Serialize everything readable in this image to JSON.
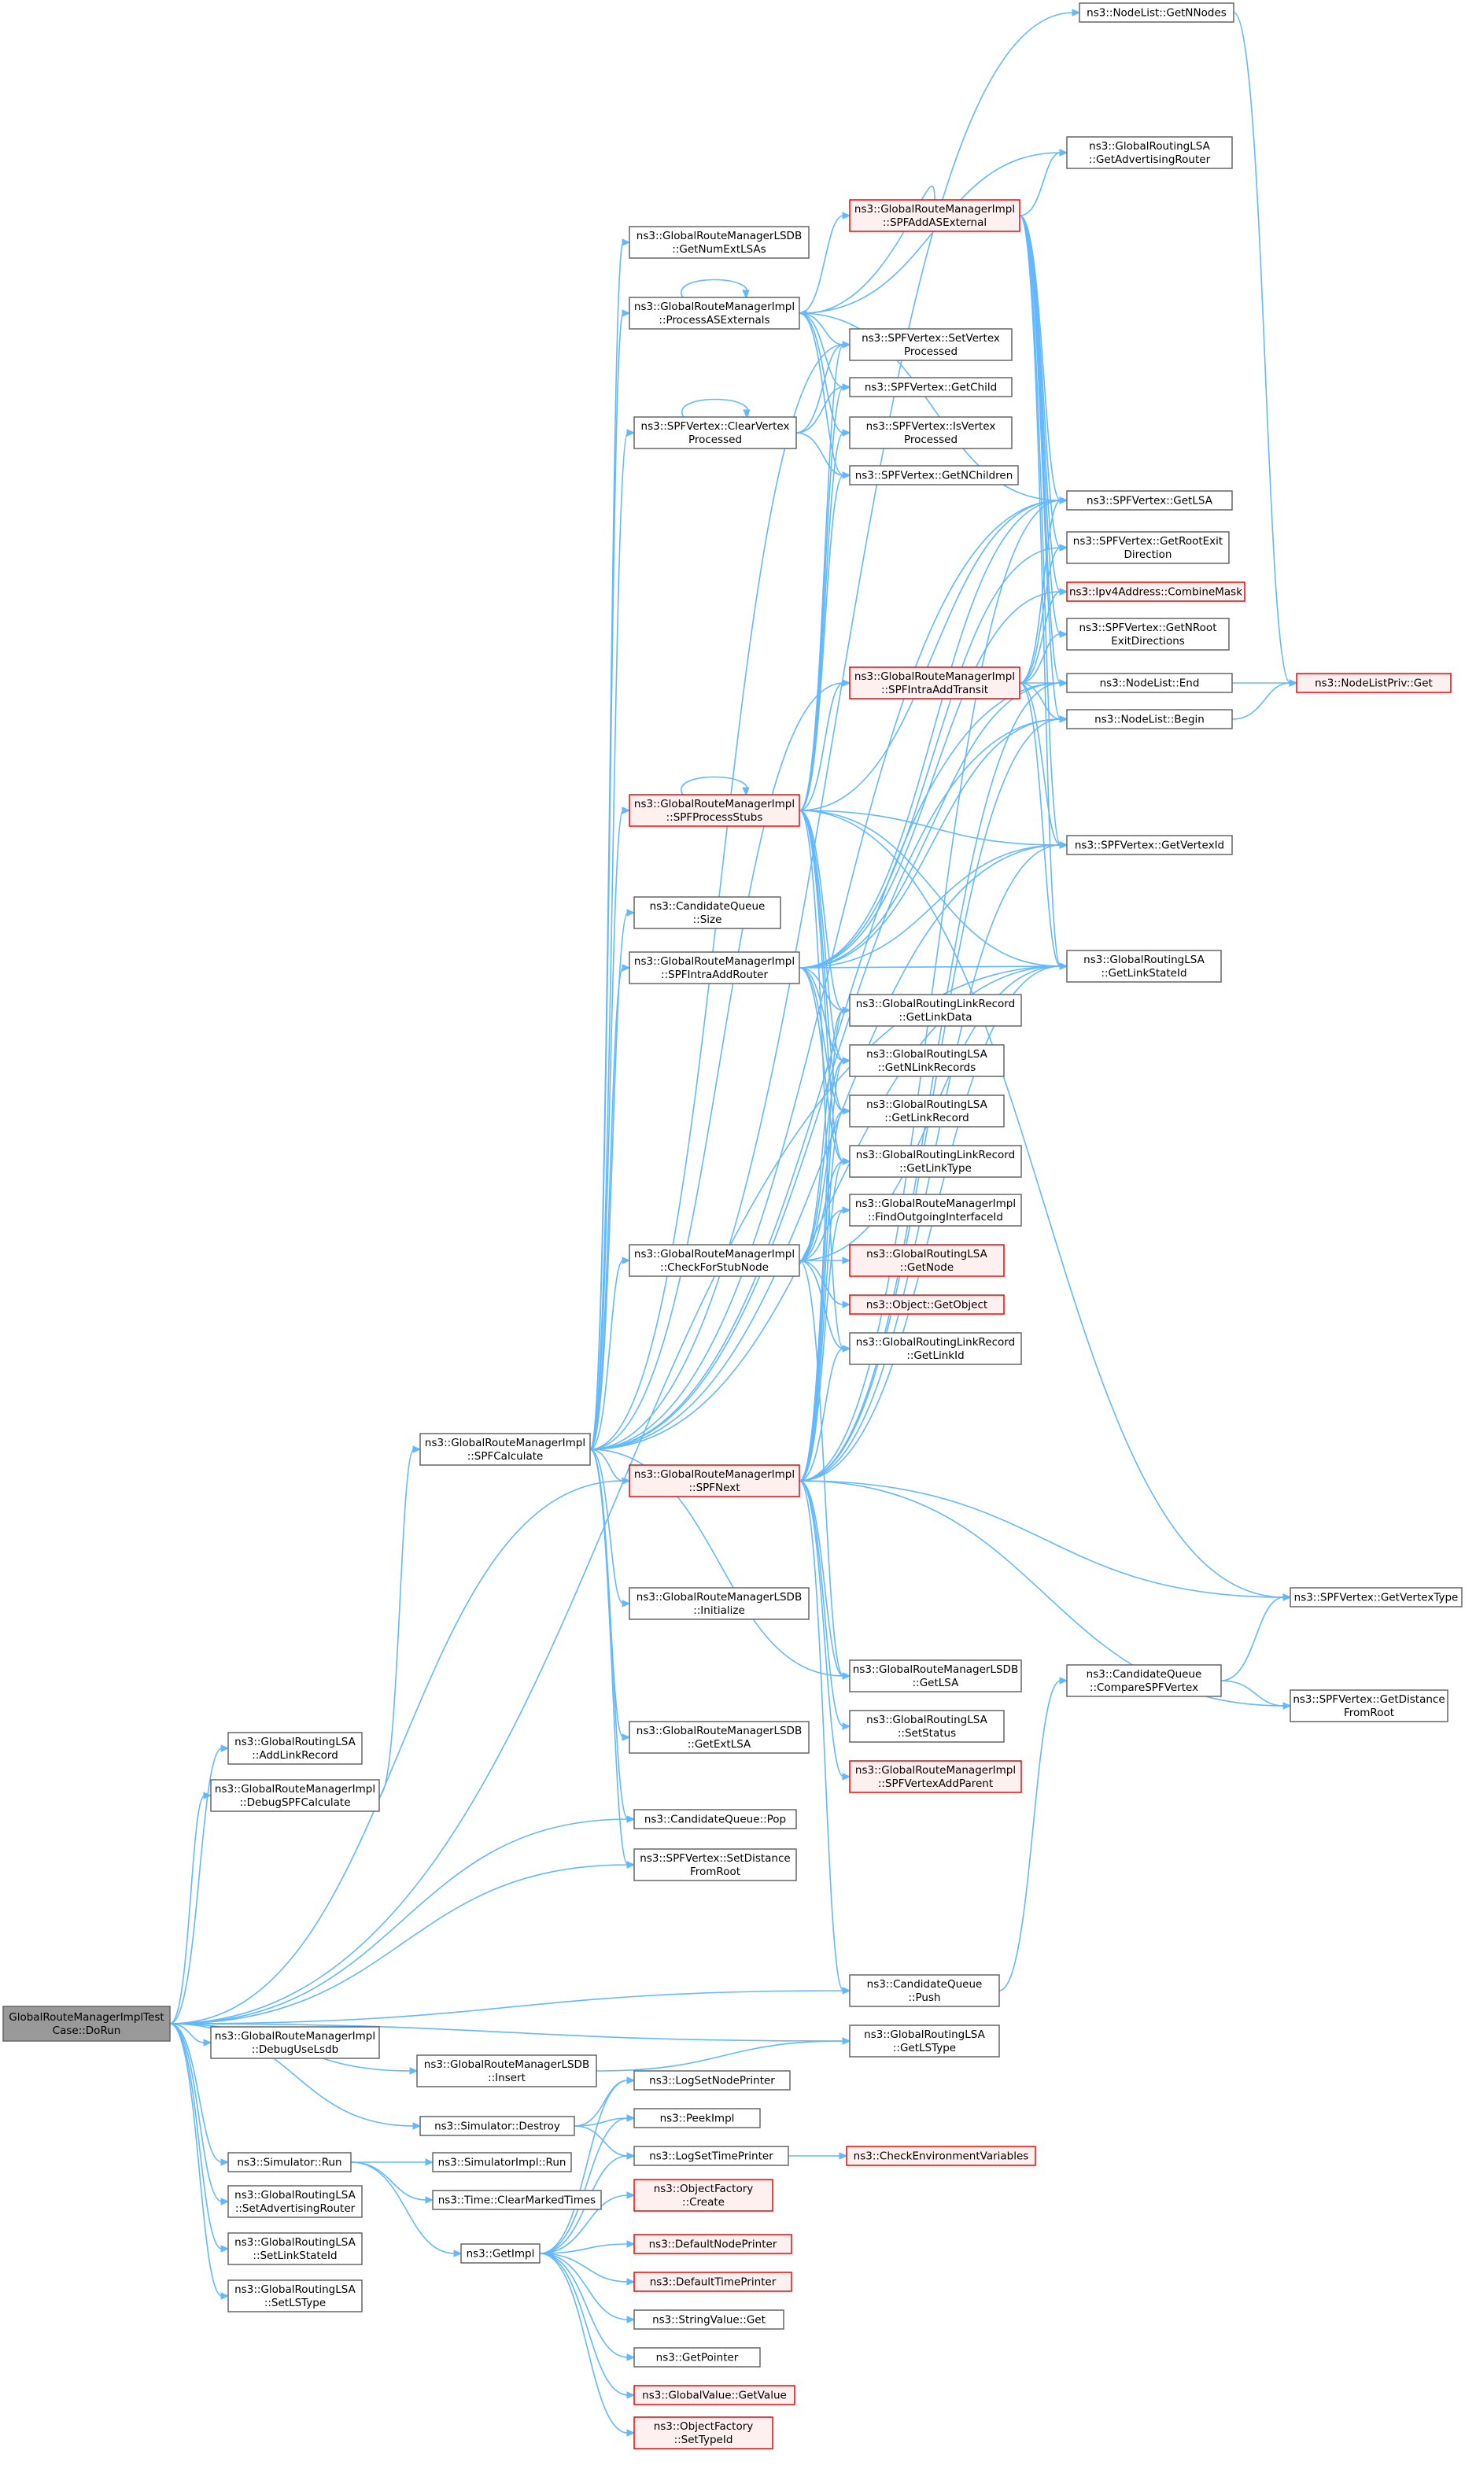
{
  "diagram": {
    "type": "call-graph",
    "edge_color": "#63b8ff",
    "node_border": "#666666",
    "node_highlight_border": "#ff0000",
    "root_fill": "#999999",
    "nodes": [
      {
        "id": "root",
        "lines": [
          "GlobalRouteManagerImplTest",
          "Case::DoRun"
        ],
        "style": "root"
      },
      {
        "id": "addLinkRecord",
        "lines": [
          "ns3::GlobalRoutingLSA",
          "::AddLinkRecord"
        ],
        "style": "normal"
      },
      {
        "id": "debugSPF",
        "lines": [
          "ns3::GlobalRouteManagerImpl",
          "::DebugSPFCalculate"
        ],
        "style": "normal"
      },
      {
        "id": "debugUseLsdb",
        "lines": [
          "ns3::GlobalRouteManagerImpl",
          "::DebugUseLsdb"
        ],
        "style": "normal"
      },
      {
        "id": "lsdbInsert",
        "lines": [
          "ns3::GlobalRouteManagerLSDB",
          "::Insert"
        ],
        "style": "normal"
      },
      {
        "id": "simDestroy",
        "lines": [
          "ns3::Simulator::Destroy"
        ],
        "style": "normal"
      },
      {
        "id": "simRun",
        "lines": [
          "ns3::Simulator::Run"
        ],
        "style": "normal"
      },
      {
        "id": "setAdvRouter",
        "lines": [
          "ns3::GlobalRoutingLSA",
          "::SetAdvertisingRouter"
        ],
        "style": "normal"
      },
      {
        "id": "setLinkStateId",
        "lines": [
          "ns3::GlobalRoutingLSA",
          "::SetLinkStateId"
        ],
        "style": "normal"
      },
      {
        "id": "setLSType",
        "lines": [
          "ns3::GlobalRoutingLSA",
          "::SetLSType"
        ],
        "style": "normal"
      },
      {
        "id": "spfCalc",
        "lines": [
          "ns3::GlobalRouteManagerImpl",
          "::SPFCalculate"
        ],
        "style": "normal"
      },
      {
        "id": "simImplRun",
        "lines": [
          "ns3::SimulatorImpl::Run"
        ],
        "style": "normal"
      },
      {
        "id": "clearMarked",
        "lines": [
          "ns3::Time::ClearMarkedTimes"
        ],
        "style": "normal"
      },
      {
        "id": "getImpl",
        "lines": [
          "ns3::GetImpl"
        ],
        "style": "normal"
      },
      {
        "id": "numExtLSAs",
        "lines": [
          "ns3::GlobalRouteManagerLSDB",
          "::GetNumExtLSAs"
        ],
        "style": "normal"
      },
      {
        "id": "processASE",
        "lines": [
          "ns3::GlobalRouteManagerImpl",
          "::ProcessASExternals"
        ],
        "style": "normal"
      },
      {
        "id": "clearVertex",
        "lines": [
          "ns3::SPFVertex::ClearVertex",
          "Processed"
        ],
        "style": "normal"
      },
      {
        "id": "spfProcessStubs",
        "lines": [
          "ns3::GlobalRouteManagerImpl",
          "::SPFProcessStubs"
        ],
        "style": "red"
      },
      {
        "id": "cqSize",
        "lines": [
          "ns3::CandidateQueue",
          "::Size"
        ],
        "style": "normal"
      },
      {
        "id": "spfIntraRouter",
        "lines": [
          "ns3::GlobalRouteManagerImpl",
          "::SPFIntraAddRouter"
        ],
        "style": "normal"
      },
      {
        "id": "checkStub",
        "lines": [
          "ns3::GlobalRouteManagerImpl",
          "::CheckForStubNode"
        ],
        "style": "normal"
      },
      {
        "id": "spfNext",
        "lines": [
          "ns3::GlobalRouteManagerImpl",
          "::SPFNext"
        ],
        "style": "red"
      },
      {
        "id": "lsdbInit",
        "lines": [
          "ns3::GlobalRouteManagerLSDB",
          "::Initialize"
        ],
        "style": "normal"
      },
      {
        "id": "getExtLSA",
        "lines": [
          "ns3::GlobalRouteManagerLSDB",
          "::GetExtLSA"
        ],
        "style": "normal"
      },
      {
        "id": "cqPop",
        "lines": [
          "ns3::CandidateQueue::Pop"
        ],
        "style": "normal"
      },
      {
        "id": "setDistRoot",
        "lines": [
          "ns3::SPFVertex::SetDistance",
          "FromRoot"
        ],
        "style": "normal"
      },
      {
        "id": "spfAddASE",
        "lines": [
          "ns3::GlobalRouteManagerImpl",
          "::SPFAddASExternal"
        ],
        "style": "red"
      },
      {
        "id": "setVertexProc",
        "lines": [
          "ns3::SPFVertex::SetVertex",
          "Processed"
        ],
        "style": "normal"
      },
      {
        "id": "getChild",
        "lines": [
          "ns3::SPFVertex::GetChild"
        ],
        "style": "normal"
      },
      {
        "id": "isVertexProc",
        "lines": [
          "ns3::SPFVertex::IsVertex",
          "Processed"
        ],
        "style": "normal"
      },
      {
        "id": "getNChildren",
        "lines": [
          "ns3::SPFVertex::GetNChildren"
        ],
        "style": "normal"
      },
      {
        "id": "spfIntraTransit",
        "lines": [
          "ns3::GlobalRouteManagerImpl",
          "::SPFIntraAddTransit"
        ],
        "style": "red"
      },
      {
        "id": "getLinkData",
        "lines": [
          "ns3::GlobalRoutingLinkRecord",
          "::GetLinkData"
        ],
        "style": "normal"
      },
      {
        "id": "getNLinkRecords",
        "lines": [
          "ns3::GlobalRoutingLSA",
          "::GetNLinkRecords"
        ],
        "style": "normal"
      },
      {
        "id": "getLinkRecord",
        "lines": [
          "ns3::GlobalRoutingLSA",
          "::GetLinkRecord"
        ],
        "style": "normal"
      },
      {
        "id": "getLinkType",
        "lines": [
          "ns3::GlobalRoutingLinkRecord",
          "::GetLinkType"
        ],
        "style": "normal"
      },
      {
        "id": "findOutIf",
        "lines": [
          "ns3::GlobalRouteManagerImpl",
          "::FindOutgoingInterfaceId"
        ],
        "style": "normal"
      },
      {
        "id": "lsaGetNode",
        "lines": [
          "ns3::GlobalRoutingLSA",
          "::GetNode"
        ],
        "style": "red"
      },
      {
        "id": "getObject",
        "lines": [
          "ns3::Object::GetObject"
        ],
        "style": "red"
      },
      {
        "id": "getLinkId",
        "lines": [
          "ns3::GlobalRoutingLinkRecord",
          "::GetLinkId"
        ],
        "style": "normal"
      },
      {
        "id": "lsdbGetLSA",
        "lines": [
          "ns3::GlobalRouteManagerLSDB",
          "::GetLSA"
        ],
        "style": "normal"
      },
      {
        "id": "setStatus",
        "lines": [
          "ns3::GlobalRoutingLSA",
          "::SetStatus"
        ],
        "style": "normal"
      },
      {
        "id": "spfVertexAddParent",
        "lines": [
          "ns3::GlobalRouteManagerImpl",
          "::SPFVertexAddParent"
        ],
        "style": "red"
      },
      {
        "id": "cqPush",
        "lines": [
          "ns3::CandidateQueue",
          "::Push"
        ],
        "style": "normal"
      },
      {
        "id": "getLSType",
        "lines": [
          "ns3::GlobalRoutingLSA",
          "::GetLSType"
        ],
        "style": "normal"
      },
      {
        "id": "logSetNode",
        "lines": [
          "ns3::LogSetNodePrinter"
        ],
        "style": "normal"
      },
      {
        "id": "peekImpl",
        "lines": [
          "ns3::PeekImpl"
        ],
        "style": "normal"
      },
      {
        "id": "logSetTime",
        "lines": [
          "ns3::LogSetTimePrinter"
        ],
        "style": "normal"
      },
      {
        "id": "ofCreate",
        "lines": [
          "ns3::ObjectFactory",
          "::Create"
        ],
        "style": "red"
      },
      {
        "id": "defNodePrinter",
        "lines": [
          "ns3::DefaultNodePrinter"
        ],
        "style": "red"
      },
      {
        "id": "defTimePrinter",
        "lines": [
          "ns3::DefaultTimePrinter"
        ],
        "style": "red"
      },
      {
        "id": "strValGet",
        "lines": [
          "ns3::StringValue::Get"
        ],
        "style": "normal"
      },
      {
        "id": "getPointer",
        "lines": [
          "ns3::GetPointer"
        ],
        "style": "normal"
      },
      {
        "id": "gvGetValue",
        "lines": [
          "ns3::GlobalValue::GetValue"
        ],
        "style": "red"
      },
      {
        "id": "ofSetTypeId",
        "lines": [
          "ns3::ObjectFactory",
          "::SetTypeId"
        ],
        "style": "red"
      },
      {
        "id": "nodeListGetN",
        "lines": [
          "ns3::NodeList::GetNNodes"
        ],
        "style": "normal"
      },
      {
        "id": "getAdvRouter",
        "lines": [
          "ns3::GlobalRoutingLSA",
          "::GetAdvertisingRouter"
        ],
        "style": "normal"
      },
      {
        "id": "vertexGetLSA",
        "lines": [
          "ns3::SPFVertex::GetLSA"
        ],
        "style": "normal"
      },
      {
        "id": "getRootExit",
        "lines": [
          "ns3::SPFVertex::GetRootExit",
          "Direction"
        ],
        "style": "normal"
      },
      {
        "id": "combineMask",
        "lines": [
          "ns3::Ipv4Address::CombineMask"
        ],
        "style": "red"
      },
      {
        "id": "getNRootExit",
        "lines": [
          "ns3::SPFVertex::GetNRoot",
          "ExitDirections"
        ],
        "style": "normal"
      },
      {
        "id": "nodeListEnd",
        "lines": [
          "ns3::NodeList::End"
        ],
        "style": "normal"
      },
      {
        "id": "nodeListBegin",
        "lines": [
          "ns3::NodeList::Begin"
        ],
        "style": "normal"
      },
      {
        "id": "getVertexId",
        "lines": [
          "ns3::SPFVertex::GetVertexId"
        ],
        "style": "normal"
      },
      {
        "id": "getLinkStateId",
        "lines": [
          "ns3::GlobalRoutingLSA",
          "::GetLinkStateId"
        ],
        "style": "normal"
      },
      {
        "id": "checkEnv",
        "lines": [
          "ns3::CheckEnvironmentVariables"
        ],
        "style": "red"
      },
      {
        "id": "getVertexType",
        "lines": [
          "ns3::SPFVertex::GetVertexType"
        ],
        "style": "normal"
      },
      {
        "id": "compareSPF",
        "lines": [
          "ns3::CandidateQueue",
          "::CompareSPFVertex"
        ],
        "style": "normal"
      },
      {
        "id": "getDistRoot",
        "lines": [
          "ns3::SPFVertex::GetDistance",
          "FromRoot"
        ],
        "style": "normal"
      },
      {
        "id": "nodeListPrivGet",
        "lines": [
          "ns3::NodeListPriv::Get"
        ],
        "style": "red"
      }
    ],
    "edges": [
      [
        "root",
        "addLinkRecord"
      ],
      [
        "root",
        "debugSPF"
      ],
      [
        "root",
        "debugUseLsdb"
      ],
      [
        "root",
        "lsdbInsert"
      ],
      [
        "root",
        "simDestroy"
      ],
      [
        "root",
        "simRun"
      ],
      [
        "root",
        "setAdvRouter"
      ],
      [
        "root",
        "setLinkStateId"
      ],
      [
        "root",
        "setLSType"
      ],
      [
        "root",
        "cqPop"
      ],
      [
        "root",
        "setDistRoot"
      ],
      [
        "root",
        "cqPush"
      ],
      [
        "root",
        "getLinkStateId"
      ],
      [
        "root",
        "getLSType"
      ],
      [
        "root",
        "spfNext"
      ],
      [
        "debugSPF",
        "spfCalc"
      ],
      [
        "lsdbInsert",
        "getLSType"
      ],
      [
        "simDestroy",
        "logSetNode"
      ],
      [
        "simDestroy",
        "peekImpl"
      ],
      [
        "simDestroy",
        "logSetTime"
      ],
      [
        "simRun",
        "simImplRun"
      ],
      [
        "simRun",
        "clearMarked"
      ],
      [
        "simRun",
        "getImpl"
      ],
      [
        "getImpl",
        "logSetNode"
      ],
      [
        "getImpl",
        "peekImpl"
      ],
      [
        "getImpl",
        "logSetTime"
      ],
      [
        "getImpl",
        "ofCreate"
      ],
      [
        "getImpl",
        "defNodePrinter"
      ],
      [
        "getImpl",
        "defTimePrinter"
      ],
      [
        "getImpl",
        "strValGet"
      ],
      [
        "getImpl",
        "getPointer"
      ],
      [
        "getImpl",
        "gvGetValue"
      ],
      [
        "getImpl",
        "ofSetTypeId"
      ],
      [
        "logSetTime",
        "checkEnv"
      ],
      [
        "spfCalc",
        "nodeListGetN"
      ],
      [
        "spfCalc",
        "numExtLSAs"
      ],
      [
        "spfCalc",
        "processASE"
      ],
      [
        "spfCalc",
        "clearVertex"
      ],
      [
        "spfCalc",
        "spfProcessStubs"
      ],
      [
        "spfCalc",
        "cqSize"
      ],
      [
        "spfCalc",
        "spfIntraRouter"
      ],
      [
        "spfCalc",
        "checkStub"
      ],
      [
        "spfCalc",
        "spfNext"
      ],
      [
        "spfCalc",
        "lsdbInit"
      ],
      [
        "spfCalc",
        "getExtLSA"
      ],
      [
        "spfCalc",
        "cqPop"
      ],
      [
        "spfCalc",
        "setDistRoot"
      ],
      [
        "spfCalc",
        "lsdbGetLSA"
      ],
      [
        "spfCalc",
        "vertexGetLSA"
      ],
      [
        "spfCalc",
        "getVertexId"
      ],
      [
        "spfCalc",
        "nodeListBegin"
      ],
      [
        "spfCalc",
        "nodeListEnd"
      ],
      [
        "spfCalc",
        "getLinkStateId"
      ],
      [
        "spfCalc",
        "spfIntraTransit"
      ],
      [
        "spfCalc",
        "setVertexProc"
      ],
      [
        "processASE",
        "processASE"
      ],
      [
        "processASE",
        "spfAddASE"
      ],
      [
        "processASE",
        "setVertexProc"
      ],
      [
        "processASE",
        "getChild"
      ],
      [
        "processASE",
        "isVertexProc"
      ],
      [
        "processASE",
        "getNChildren"
      ],
      [
        "processASE",
        "vertexGetLSA"
      ],
      [
        "processASE",
        "getAdvRouter"
      ],
      [
        "clearVertex",
        "clearVertex"
      ],
      [
        "clearVertex",
        "setVertexProc"
      ],
      [
        "clearVertex",
        "getChild"
      ],
      [
        "clearVertex",
        "getNChildren"
      ],
      [
        "spfProcessStubs",
        "spfProcessStubs"
      ],
      [
        "spfProcessStubs",
        "setVertexProc"
      ],
      [
        "spfProcessStubs",
        "getChild"
      ],
      [
        "spfProcessStubs",
        "isVertexProc"
      ],
      [
        "spfProcessStubs",
        "getNChildren"
      ],
      [
        "spfProcessStubs",
        "vertexGetLSA"
      ],
      [
        "spfProcessStubs",
        "getVertexType"
      ],
      [
        "spfProcessStubs",
        "getVertexId"
      ],
      [
        "spfProcessStubs",
        "getLinkStateId"
      ],
      [
        "spfProcessStubs",
        "getLinkData"
      ],
      [
        "spfProcessStubs",
        "getNLinkRecords"
      ],
      [
        "spfProcessStubs",
        "getLinkRecord"
      ],
      [
        "spfProcessStubs",
        "getLinkType"
      ],
      [
        "spfProcessStubs",
        "getLinkId"
      ],
      [
        "spfProcessStubs",
        "spfIntraTransit"
      ],
      [
        "spfAddASE",
        "getAdvRouter"
      ],
      [
        "spfAddASE",
        "vertexGetLSA"
      ],
      [
        "spfAddASE",
        "getRootExit"
      ],
      [
        "spfAddASE",
        "combineMask"
      ],
      [
        "spfAddASE",
        "getNRootExit"
      ],
      [
        "spfAddASE",
        "nodeListEnd"
      ],
      [
        "spfAddASE",
        "nodeListBegin"
      ],
      [
        "spfAddASE",
        "getVertexId"
      ],
      [
        "spfAddASE",
        "getLinkStateId"
      ],
      [
        "spfAddASE",
        "processASE"
      ],
      [
        "spfIntraTransit",
        "vertexGetLSA"
      ],
      [
        "spfIntraTransit",
        "getRootExit"
      ],
      [
        "spfIntraTransit",
        "combineMask"
      ],
      [
        "spfIntraTransit",
        "getNRootExit"
      ],
      [
        "spfIntraTransit",
        "nodeListEnd"
      ],
      [
        "spfIntraTransit",
        "nodeListBegin"
      ],
      [
        "spfIntraTransit",
        "getVertexId"
      ],
      [
        "spfIntraTransit",
        "getLinkStateId"
      ],
      [
        "spfIntraRouter",
        "vertexGetLSA"
      ],
      [
        "spfIntraRouter",
        "getVertexId"
      ],
      [
        "spfIntraRouter",
        "getLinkStateId"
      ],
      [
        "spfIntraRouter",
        "nodeListEnd"
      ],
      [
        "spfIntraRouter",
        "nodeListBegin"
      ],
      [
        "spfIntraRouter",
        "getLinkData"
      ],
      [
        "spfIntraRouter",
        "getNLinkRecords"
      ],
      [
        "spfIntraRouter",
        "getLinkRecord"
      ],
      [
        "spfIntraRouter",
        "getLinkType"
      ],
      [
        "spfIntraRouter",
        "getRootExit"
      ],
      [
        "spfIntraRouter",
        "combineMask"
      ],
      [
        "checkStub",
        "getLinkData"
      ],
      [
        "checkStub",
        "getNLinkRecords"
      ],
      [
        "checkStub",
        "getLinkRecord"
      ],
      [
        "checkStub",
        "getLinkType"
      ],
      [
        "checkStub",
        "findOutIf"
      ],
      [
        "checkStub",
        "lsaGetNode"
      ],
      [
        "checkStub",
        "getObject"
      ],
      [
        "checkStub",
        "getLinkId"
      ],
      [
        "checkStub",
        "getLinkStateId"
      ],
      [
        "checkStub",
        "lsdbGetLSA"
      ],
      [
        "spfNext",
        "vertexGetLSA"
      ],
      [
        "spfNext",
        "getVertexType"
      ],
      [
        "spfNext",
        "getVertexId"
      ],
      [
        "spfNext",
        "getLinkStateId"
      ],
      [
        "spfNext",
        "getNLinkRecords"
      ],
      [
        "spfNext",
        "getLinkRecord"
      ],
      [
        "spfNext",
        "getLinkType"
      ],
      [
        "spfNext",
        "getLinkId"
      ],
      [
        "spfNext",
        "findOutIf"
      ],
      [
        "spfNext",
        "lsdbGetLSA"
      ],
      [
        "spfNext",
        "setStatus"
      ],
      [
        "spfNext",
        "spfVertexAddParent"
      ],
      [
        "spfNext",
        "cqPush"
      ],
      [
        "spfNext",
        "getDistRoot"
      ],
      [
        "spfNext",
        "nodeListBegin"
      ],
      [
        "spfNext",
        "nodeListEnd"
      ],
      [
        "spfNext",
        "getLinkData"
      ],
      [
        "cqPush",
        "compareSPF"
      ],
      [
        "compareSPF",
        "getVertexType"
      ],
      [
        "compareSPF",
        "getDistRoot"
      ],
      [
        "nodeListGetN",
        "nodeListPrivGet"
      ],
      [
        "nodeListEnd",
        "nodeListPrivGet"
      ],
      [
        "nodeListBegin",
        "nodeListPrivGet"
      ]
    ]
  }
}
